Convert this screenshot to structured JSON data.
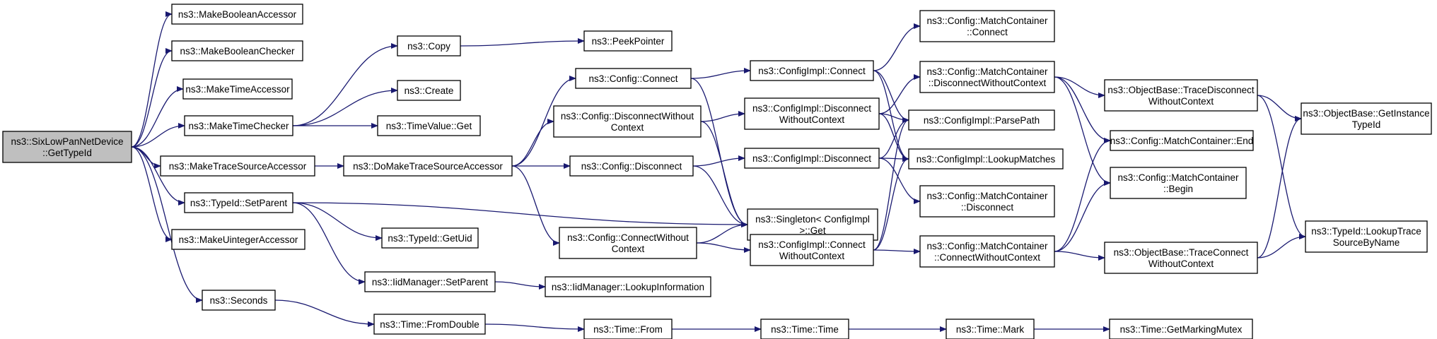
{
  "colors": {
    "edge": "#191970",
    "node_border": "#000000",
    "root_fill": "#bfbfbf",
    "node_fill": "#ffffff"
  },
  "nodes": [
    {
      "id": "root",
      "lines": [
        "ns3::SixLowPanNetDevice",
        "::GetTypeId"
      ],
      "root": true
    },
    {
      "id": "mba",
      "lines": [
        "ns3::MakeBooleanAccessor"
      ]
    },
    {
      "id": "mbc",
      "lines": [
        "ns3::MakeBooleanChecker"
      ]
    },
    {
      "id": "mta",
      "lines": [
        "ns3::MakeTimeAccessor"
      ]
    },
    {
      "id": "mtc",
      "lines": [
        "ns3::MakeTimeChecker"
      ]
    },
    {
      "id": "mtsa",
      "lines": [
        "ns3::MakeTraceSourceAccessor"
      ]
    },
    {
      "id": "tsp",
      "lines": [
        "ns3::TypeId::SetParent"
      ]
    },
    {
      "id": "mua",
      "lines": [
        "ns3::MakeUintegerAccessor"
      ]
    },
    {
      "id": "sec",
      "lines": [
        "ns3::Seconds"
      ]
    },
    {
      "id": "copy",
      "lines": [
        "ns3::Copy"
      ]
    },
    {
      "id": "create",
      "lines": [
        "ns3::Create"
      ]
    },
    {
      "id": "tvget",
      "lines": [
        "ns3::TimeValue::Get"
      ]
    },
    {
      "id": "dmtsa",
      "lines": [
        "ns3::DoMakeTraceSourceAccessor"
      ]
    },
    {
      "id": "getuid",
      "lines": [
        "ns3::TypeId::GetUid"
      ]
    },
    {
      "id": "iidsp",
      "lines": [
        "ns3::IidManager::SetParent"
      ]
    },
    {
      "id": "tfd",
      "lines": [
        "ns3::Time::FromDouble"
      ]
    },
    {
      "id": "peek",
      "lines": [
        "ns3::PeekPointer"
      ]
    },
    {
      "id": "cconn",
      "lines": [
        "ns3::Config::Connect"
      ]
    },
    {
      "id": "cdwc",
      "lines": [
        "ns3::Config::DisconnectWithout",
        "Context"
      ]
    },
    {
      "id": "cdisc",
      "lines": [
        "ns3::Config::Disconnect"
      ]
    },
    {
      "id": "ccwc",
      "lines": [
        "ns3::Config::ConnectWithout",
        "Context"
      ]
    },
    {
      "id": "iidli",
      "lines": [
        "ns3::IidManager::LookupInformation"
      ]
    },
    {
      "id": "tfrom",
      "lines": [
        "ns3::Time::From"
      ]
    },
    {
      "id": "cic",
      "lines": [
        "ns3::ConfigImpl::Connect"
      ]
    },
    {
      "id": "cidwc",
      "lines": [
        "ns3::ConfigImpl::Disconnect",
        "WithoutContext"
      ]
    },
    {
      "id": "cidisc",
      "lines": [
        "ns3::ConfigImpl::Disconnect"
      ]
    },
    {
      "id": "single",
      "lines": [
        "ns3::Singleton< ConfigImpl",
        ">::Get"
      ]
    },
    {
      "id": "cicwc",
      "lines": [
        "ns3::ConfigImpl::Connect",
        "WithoutContext"
      ]
    },
    {
      "id": "ttime",
      "lines": [
        "ns3::Time::Time"
      ]
    },
    {
      "id": "mcconn",
      "lines": [
        "ns3::Config::MatchContainer",
        "::Connect"
      ]
    },
    {
      "id": "mcdwc",
      "lines": [
        "ns3::Config::MatchContainer",
        "::DisconnectWithoutContext"
      ]
    },
    {
      "id": "parse",
      "lines": [
        "ns3::ConfigImpl::ParsePath"
      ]
    },
    {
      "id": "lookup",
      "lines": [
        "ns3::ConfigImpl::LookupMatches"
      ]
    },
    {
      "id": "mcdisc",
      "lines": [
        "ns3::Config::MatchContainer",
        "::Disconnect"
      ]
    },
    {
      "id": "mccwc",
      "lines": [
        "ns3::Config::MatchContainer",
        "::ConnectWithoutContext"
      ]
    },
    {
      "id": "tmark",
      "lines": [
        "ns3::Time::Mark"
      ]
    },
    {
      "id": "obtdwc",
      "lines": [
        "ns3::ObjectBase::TraceDisconnect",
        "WithoutContext"
      ]
    },
    {
      "id": "mcend",
      "lines": [
        "ns3::Config::MatchContainer::End"
      ]
    },
    {
      "id": "mcbegin",
      "lines": [
        "ns3::Config::MatchContainer",
        "::Begin"
      ]
    },
    {
      "id": "obtcwc",
      "lines": [
        "ns3::ObjectBase::TraceConnect",
        "WithoutContext"
      ]
    },
    {
      "id": "tgmm",
      "lines": [
        "ns3::Time::GetMarkingMutex"
      ]
    },
    {
      "id": "obgit",
      "lines": [
        "ns3::ObjectBase::GetInstance",
        "TypeId"
      ]
    },
    {
      "id": "tidlts",
      "lines": [
        "ns3::TypeId::LookupTrace",
        "SourceByName"
      ]
    }
  ],
  "edges": [
    [
      "root",
      "mba"
    ],
    [
      "root",
      "mbc"
    ],
    [
      "root",
      "mta"
    ],
    [
      "root",
      "mtc"
    ],
    [
      "root",
      "mtsa"
    ],
    [
      "root",
      "tsp"
    ],
    [
      "root",
      "mua"
    ],
    [
      "root",
      "sec"
    ],
    [
      "mtc",
      "copy"
    ],
    [
      "mtc",
      "create"
    ],
    [
      "mtc",
      "tvget"
    ],
    [
      "copy",
      "peek"
    ],
    [
      "mtsa",
      "dmtsa"
    ],
    [
      "dmtsa",
      "cconn"
    ],
    [
      "dmtsa",
      "cdwc"
    ],
    [
      "dmtsa",
      "cdisc"
    ],
    [
      "dmtsa",
      "ccwc"
    ],
    [
      "tsp",
      "single"
    ],
    [
      "tsp",
      "getuid"
    ],
    [
      "tsp",
      "iidsp"
    ],
    [
      "iidsp",
      "iidli"
    ],
    [
      "sec",
      "tfd"
    ],
    [
      "tfd",
      "tfrom"
    ],
    [
      "tfrom",
      "ttime"
    ],
    [
      "ttime",
      "tmark"
    ],
    [
      "tmark",
      "tgmm"
    ],
    [
      "cconn",
      "cic"
    ],
    [
      "cconn",
      "single"
    ],
    [
      "cdwc",
      "cidwc"
    ],
    [
      "cdwc",
      "single"
    ],
    [
      "cdisc",
      "cidisc"
    ],
    [
      "cdisc",
      "single"
    ],
    [
      "ccwc",
      "single"
    ],
    [
      "ccwc",
      "cicwc"
    ],
    [
      "cic",
      "mcconn"
    ],
    [
      "cic",
      "parse"
    ],
    [
      "cic",
      "lookup"
    ],
    [
      "cidwc",
      "mcdwc"
    ],
    [
      "cidwc",
      "parse"
    ],
    [
      "cidwc",
      "lookup"
    ],
    [
      "cidisc",
      "parse"
    ],
    [
      "cidisc",
      "lookup"
    ],
    [
      "cidisc",
      "mcdisc"
    ],
    [
      "cicwc",
      "parse"
    ],
    [
      "cicwc",
      "lookup"
    ],
    [
      "cicwc",
      "mccwc"
    ],
    [
      "mcdwc",
      "obtdwc"
    ],
    [
      "mcdwc",
      "mcend"
    ],
    [
      "mcdwc",
      "mcbegin"
    ],
    [
      "mccwc",
      "mcend"
    ],
    [
      "mccwc",
      "mcbegin"
    ],
    [
      "mccwc",
      "obtcwc"
    ],
    [
      "obtdwc",
      "obgit"
    ],
    [
      "obtdwc",
      "tidlts"
    ],
    [
      "obtcwc",
      "obgit"
    ],
    [
      "obtcwc",
      "tidlts"
    ]
  ]
}
